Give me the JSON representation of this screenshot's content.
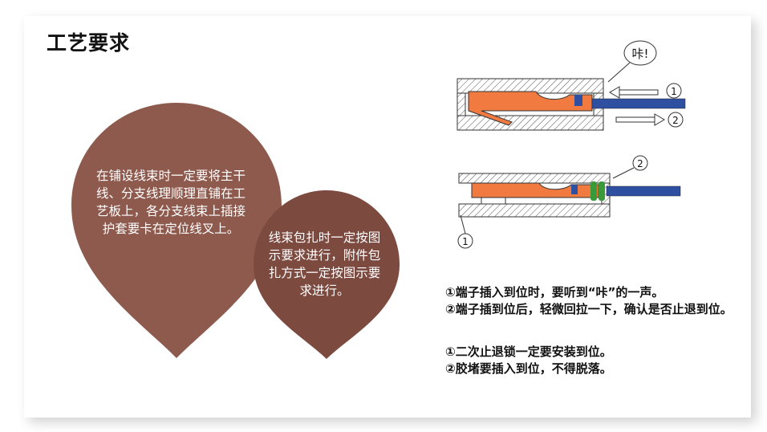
{
  "slide": {
    "title": "工艺要求",
    "drop_big_text": "在铺设线束时一定要将主干线、分支线理顺理直铺在工艺板上，各分支线束上插接护套要卡在定位线叉上。",
    "drop_small_text": "线束包扎时一定按图示要求进行，附件包扎方式一定按图示要求进行。"
  },
  "diagram": {
    "callout_text": "咔!",
    "label_1": "1",
    "label_2": "2"
  },
  "notes": {
    "group1": [
      "①端子插入到位时，要听到“咔”的一声。",
      "②端子插到位后，轻微回拉一下，确认是否止退到位。"
    ],
    "group2": [
      "①二次止退锁一定要安装到位。",
      "②胶堵要插入到位，不得脱落。"
    ]
  },
  "colors": {
    "drop_big": "#8e5a4e",
    "drop_small": "#7d4a40",
    "terminal": "#f07a40",
    "wire": "#2f4fa0",
    "seal": "#3a9a3a"
  }
}
